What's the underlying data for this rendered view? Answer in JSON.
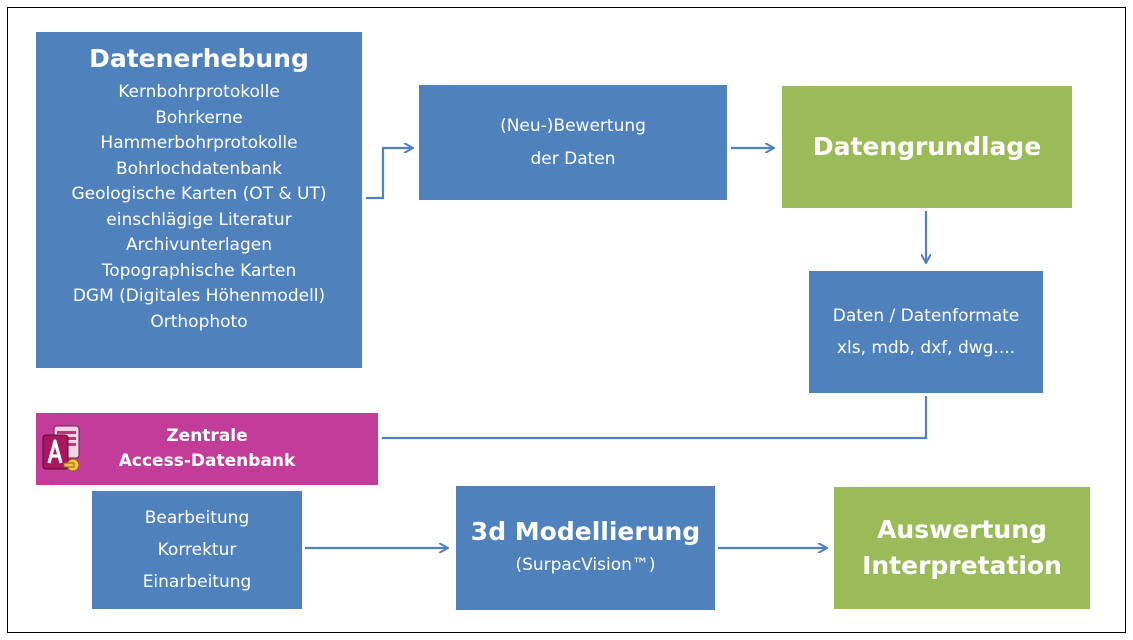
{
  "datenerhebung": {
    "title": "Datenerhebung",
    "items": [
      "Kernbohrprotokolle",
      "Bohrkerne",
      "Hammerbohrprotokolle",
      "Bohrlochdatenbank",
      "Geologische Karten (OT & UT)",
      "einschlägige Literatur",
      "Archivunterlagen",
      "Topographische Karten",
      "DGM (Digitales Höhenmodell)",
      "Orthophoto"
    ]
  },
  "bewertung": {
    "line1": "(Neu-)Bewertung",
    "line2": "der Daten"
  },
  "datengrundlage": {
    "title": "Datengrundlage"
  },
  "datenformate": {
    "line1": "Daten / Datenformate",
    "line2": "xls, mdb, dxf, dwg...."
  },
  "access": {
    "line1": "Zentrale",
    "line2": "Access-Datenbank",
    "icon": "access-database-icon"
  },
  "bearbeitung": {
    "items": [
      "Bearbeitung",
      "Korrektur",
      "Einarbeitung"
    ]
  },
  "modellierung": {
    "title": "3d Modellierung",
    "subtitle": "(SurpacVision™)"
  },
  "auswertung": {
    "line1": "Auswertung",
    "line2": "Interpretation"
  },
  "colors": {
    "blue": "#4f81bd",
    "green": "#9bbb59",
    "pink": "#c43c9a",
    "arrow": "#4f81bd"
  }
}
